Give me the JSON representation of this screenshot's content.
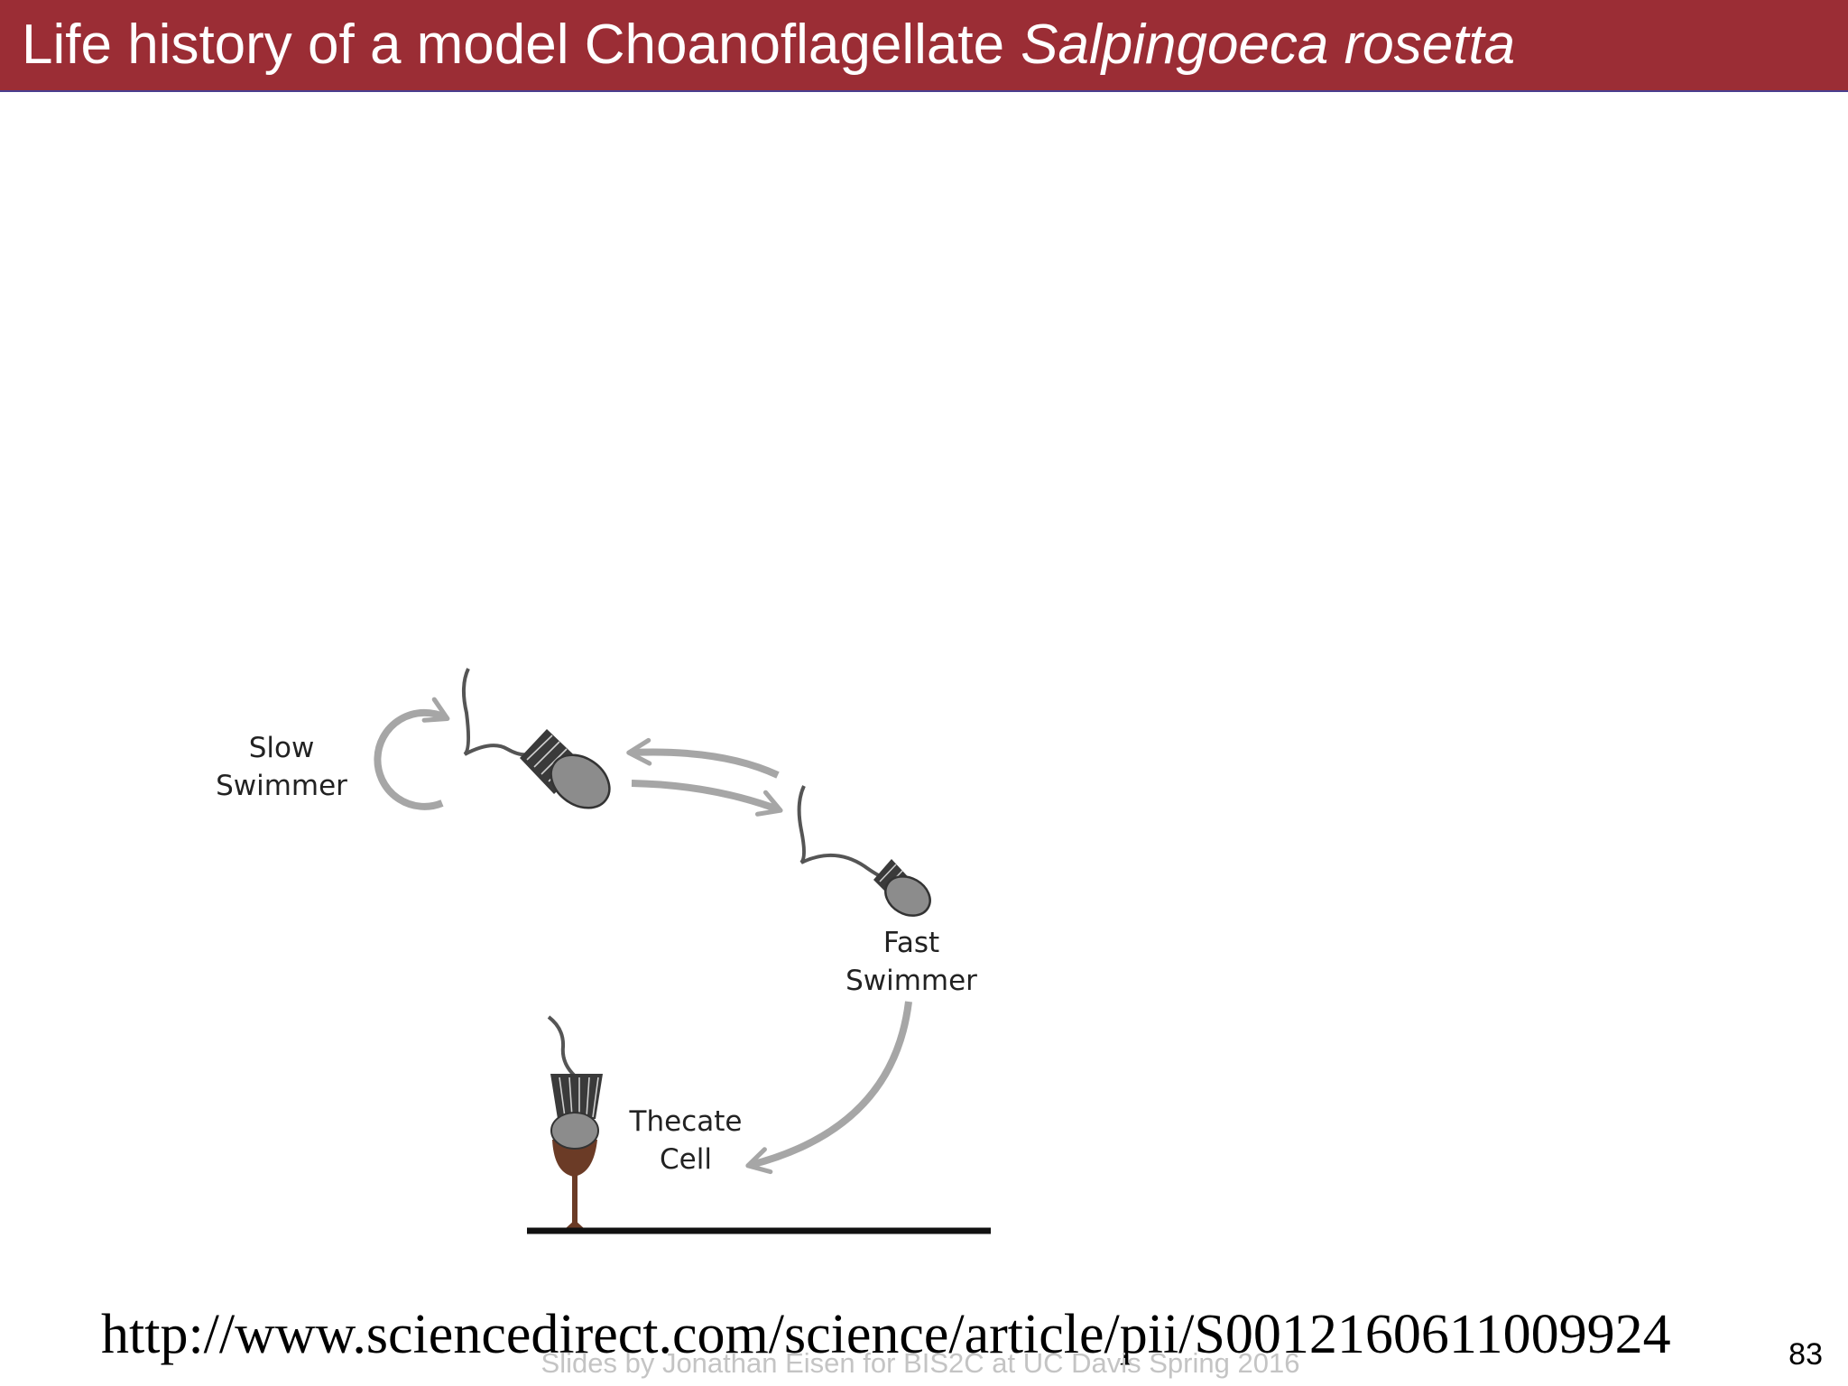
{
  "slide": {
    "title_plain": "Life history of a model Choanoflagellate",
    "title_italic": "Salpingoeca rosetta",
    "source_url": "http://www.sciencedirect.com/science/article/pii/S0012160611009924",
    "footer": "Slides by Jonathan Eisen for BIS2C at UC Davis Spring 2016",
    "page_number": "83"
  },
  "diagram": {
    "labels": {
      "slow_line1": "Slow",
      "slow_line2": "Swimmer",
      "fast_line1": "Fast",
      "fast_line2": "Swimmer",
      "thecate_line1": "Thecate",
      "thecate_line2": "Cell"
    },
    "colors": {
      "arrow": "#a6a6a6",
      "cell_body": "#8c8c8c",
      "collar": "#3a3a3a",
      "theca": "#6b3b26",
      "substrate": "#111111"
    }
  }
}
